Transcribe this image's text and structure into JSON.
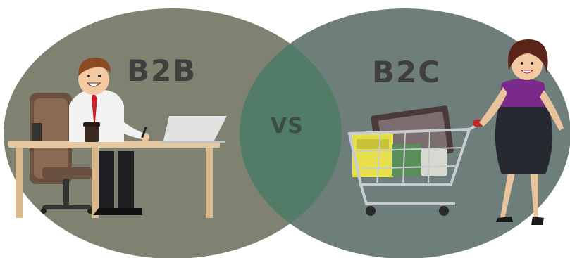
{
  "labels": {
    "left_title": "B2B",
    "center_label": "VS",
    "right_title": "B2C"
  },
  "colors": {
    "left_circle": "#7f8270",
    "right_circle": "#6e7e7a",
    "overlap": "#527c68",
    "title_text": "#3f3f3f",
    "vs_text": "#3c4e44",
    "background": "#ffffff"
  },
  "icons": {
    "left_figure": "businessman-at-desk-illustration",
    "right_figure": "woman-with-shopping-cart-illustration"
  }
}
